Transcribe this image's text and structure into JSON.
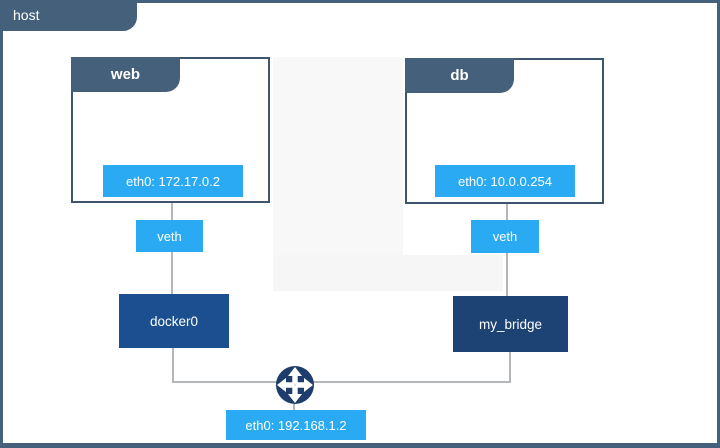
{
  "host": {
    "label": "host",
    "iface": "eth0: 192.168.1.2"
  },
  "containers": {
    "web": {
      "name": "web",
      "iface": "eth0: 172.17.0.2",
      "veth": "veth",
      "bridge": "docker0"
    },
    "db": {
      "name": "db",
      "iface": "eth0: 10.0.0.254",
      "veth": "veth",
      "bridge": "my_bridge"
    }
  },
  "icons": {
    "router": "router-cross-arrows-icon"
  },
  "colors": {
    "slate": "#44607a",
    "border": "#3d566d",
    "accent": "#29aaf3",
    "docker0": "#1b4f8f",
    "bridge": "#1d4274",
    "router": "#1e3d6d",
    "line": "#b4b7b9"
  }
}
